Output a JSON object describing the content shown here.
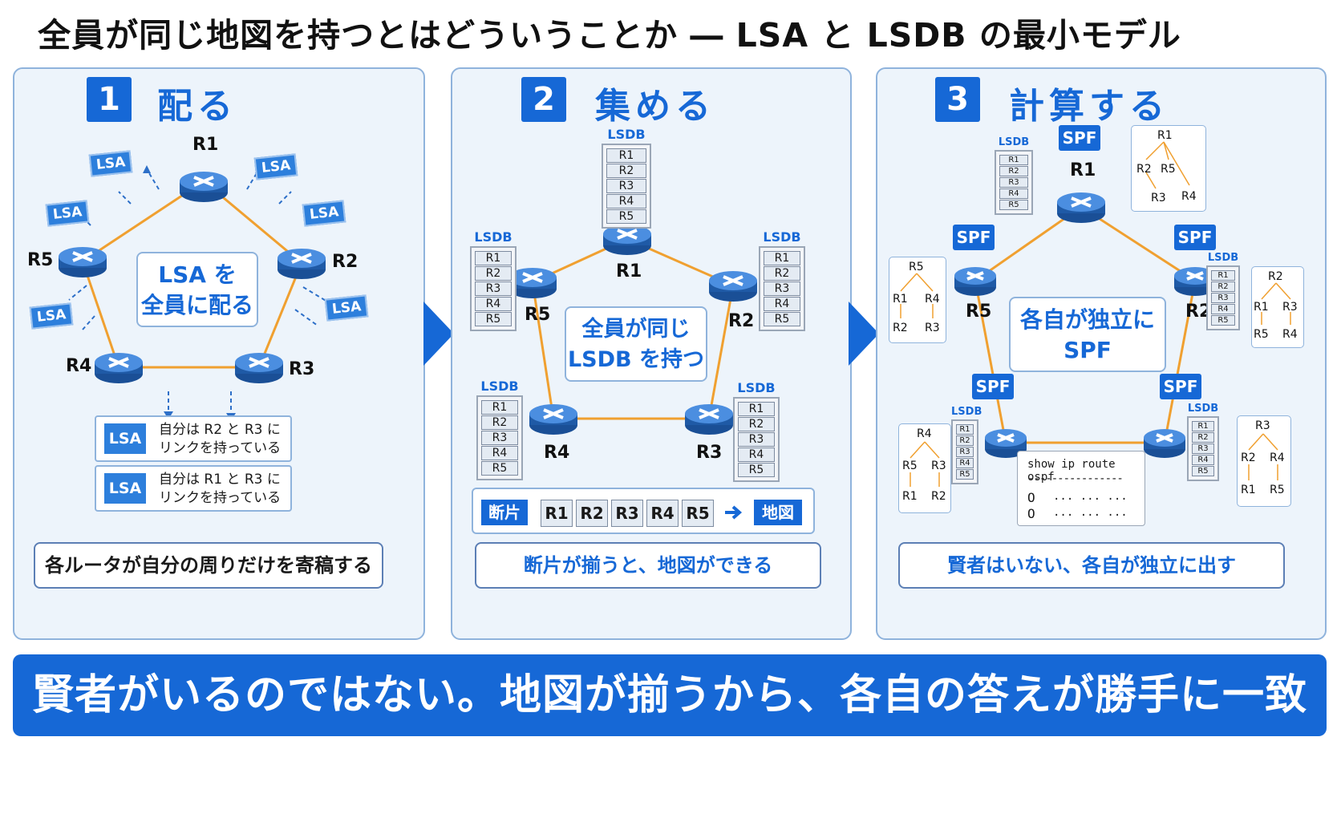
{
  "title": "全員が同じ地図を持つとはどういうことか ― LSA と LSDB の最小モデル",
  "panel1": {
    "num": "1",
    "heading": "配る",
    "routers": [
      "R1",
      "R2",
      "R3",
      "R4",
      "R5"
    ],
    "lsa_tag": "LSA",
    "center_line1": "LSA を",
    "center_line2": "全員に配る",
    "msg1_line1": "自分は R2 と R3 に",
    "msg1_line2": "リンクを持っている",
    "msg2_line1": "自分は R1 と R3 に",
    "msg2_line2": "リンクを持っている",
    "caption": "各ルータが自分の周りだけを寄稿する"
  },
  "panel2": {
    "num": "2",
    "heading": "集める",
    "lsdb_title": "LSDB",
    "lsdb_entries": [
      "R1",
      "R2",
      "R3",
      "R4",
      "R5"
    ],
    "center_line1": "全員が同じ",
    "center_line2": "LSDB を持つ",
    "fragments_label": "断片",
    "map_label": "地図",
    "caption": "断片が揃うと、地図ができる"
  },
  "panel3": {
    "num": "3",
    "heading": "計算する",
    "spf": "SPF",
    "center_line1": "各自が独立に",
    "center_line2": "SPF",
    "terminal_cmd": "show ip route ospf",
    "terminal_sep": "----------------",
    "terminal_row_code": "O",
    "terminal_row_dots": "... ... ...",
    "caption": "賢者はいない、各自が独立に出す",
    "trees": {
      "r1": [
        "R1",
        "R2",
        "R5",
        "R3",
        "R4"
      ],
      "r2": [
        "R2",
        "R1",
        "R3",
        "R5",
        "R4"
      ],
      "r3": [
        "R3",
        "R2",
        "R4",
        "R1",
        "R5"
      ],
      "r4": [
        "R4",
        "R5",
        "R3",
        "R1",
        "R2"
      ],
      "r5": [
        "R5",
        "R1",
        "R4",
        "R2",
        "R3"
      ]
    }
  },
  "banner": "賢者がいるのではない。地図が揃うから、各自の答えが勝手に一致する",
  "colors": {
    "accent": "#1668d6",
    "link": "#f0a030",
    "panel_bg": "#edf4fb"
  }
}
